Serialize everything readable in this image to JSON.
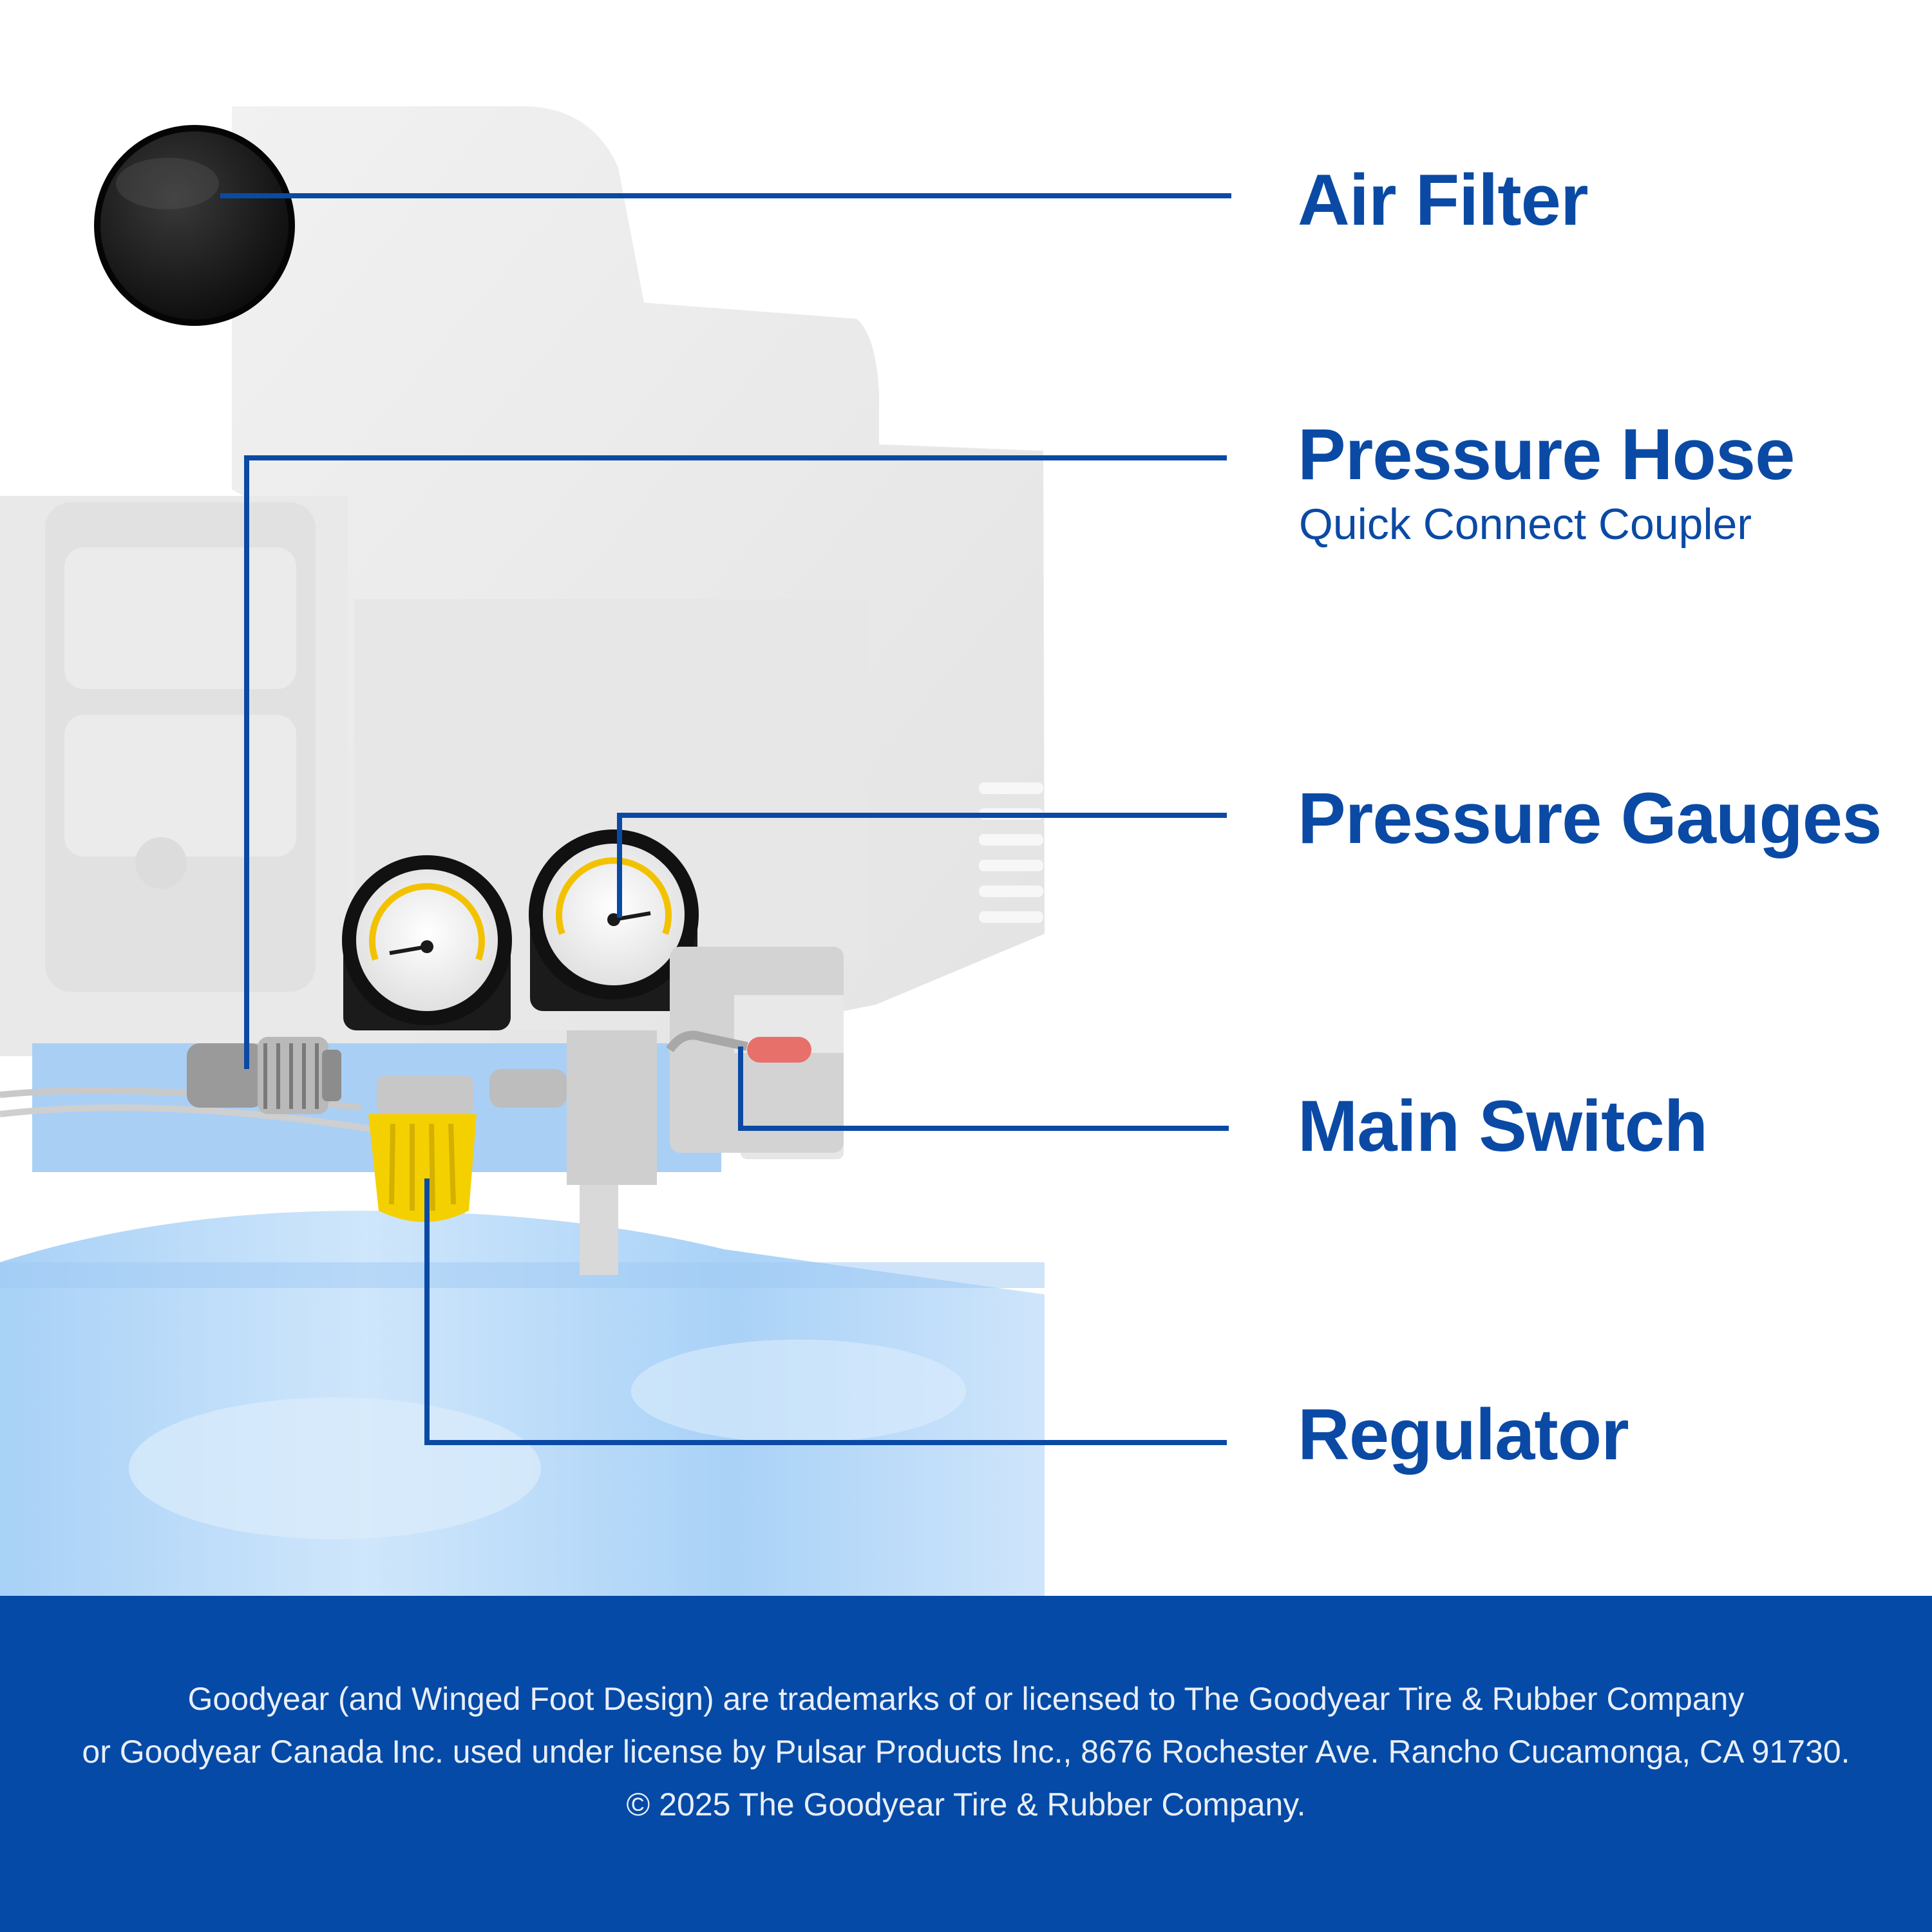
{
  "callouts": {
    "air_filter": {
      "label": "Air Filter"
    },
    "pressure_hose": {
      "label": "Pressure Hose",
      "sublabel": "Quick Connect Coupler"
    },
    "pressure_gauges": {
      "label": "Pressure Gauges"
    },
    "main_switch": {
      "label": "Main Switch"
    },
    "regulator": {
      "label": "Regulator"
    }
  },
  "footer": {
    "line1": "Goodyear (and Winged Foot Design) are trademarks of or licensed to The Goodyear Tire & Rubber Company",
    "line2": "or Goodyear Canada Inc. used under license by Pulsar Products Inc., 8676 Rochester Ave. Rancho Cucamonga, CA 91730.",
    "line3": "© 2025 The Goodyear Tire & Rubber Company."
  },
  "colors": {
    "brand_blue": "#0a4aa5",
    "footer_background": "#044aa6",
    "footer_text": "#e9eef8",
    "tank_blue": "#5aa6ee",
    "regulator_yellow": "#f5d000",
    "background": "#ffffff"
  },
  "icons": {
    "air_filter": "air-filter-cap-icon",
    "coupler": "quick-connect-coupler-icon",
    "gauges": "pressure-gauge-icon",
    "switch": "main-switch-lever-icon",
    "regulator": "regulator-knob-icon"
  }
}
